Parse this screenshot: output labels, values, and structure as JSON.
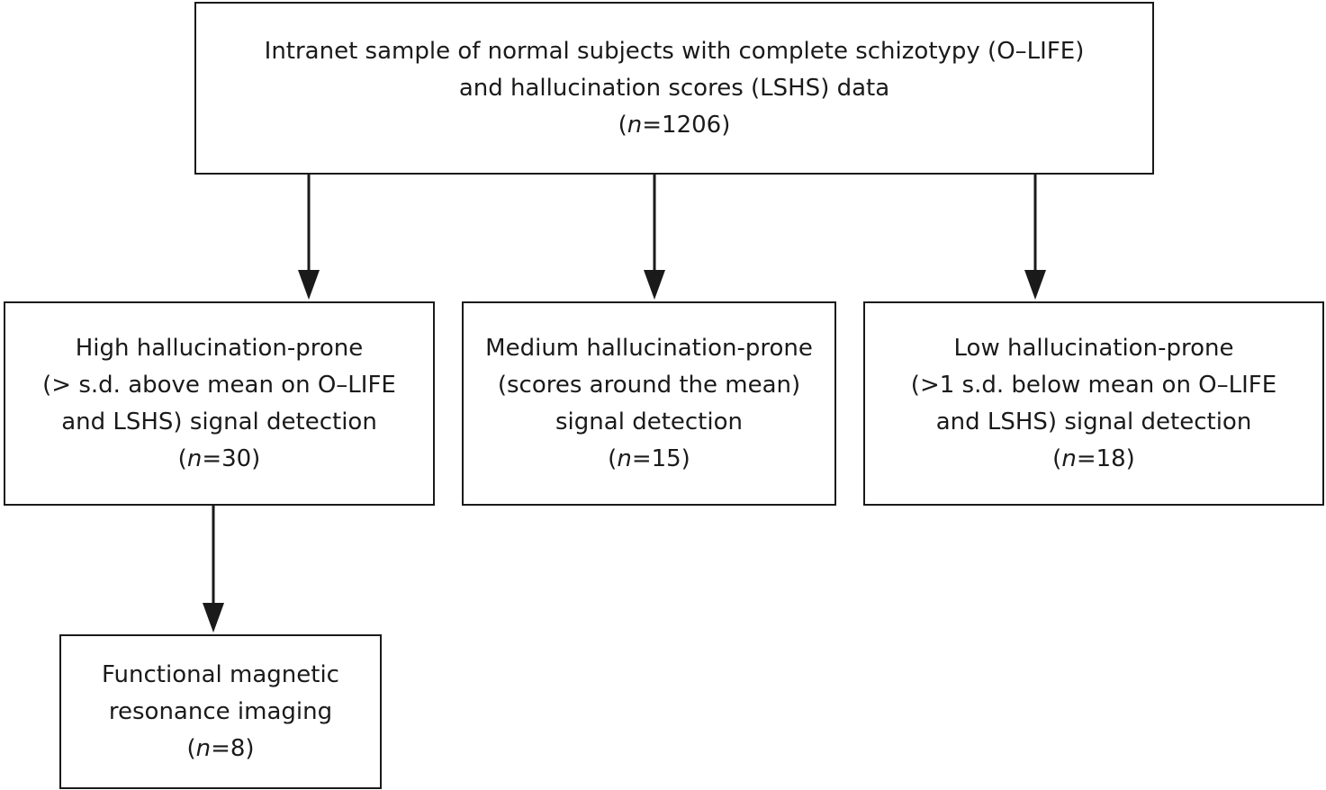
{
  "nodes": {
    "top": {
      "lines": [
        "Intranet sample of normal subjects with complete schizotypy (O–LIFE)",
        "and hallucination scores (LSHS) data"
      ],
      "n_prefix": "(",
      "n_var": "n",
      "n_suffix": "=1206)"
    },
    "high": {
      "lines": [
        "High hallucination-prone",
        "(> s.d. above mean on O–LIFE",
        "and LSHS) signal detection"
      ],
      "n_prefix": "(",
      "n_var": "n",
      "n_suffix": "=30)"
    },
    "medium": {
      "lines": [
        "Medium hallucination-prone",
        "(scores around the mean)",
        "signal detection"
      ],
      "n_prefix": "(",
      "n_var": "n",
      "n_suffix": "=15)"
    },
    "low": {
      "lines": [
        "Low hallucination-prone",
        "(>1 s.d. below mean on O–LIFE",
        "and LSHS) signal detection"
      ],
      "n_prefix": "(",
      "n_var": "n",
      "n_suffix": "=18)"
    },
    "fmri": {
      "lines": [
        "Functional magnetic",
        "resonance imaging"
      ],
      "n_prefix": "(",
      "n_var": "n",
      "n_suffix": "=8)"
    }
  },
  "edges": [
    {
      "from": "top",
      "to": "high"
    },
    {
      "from": "top",
      "to": "medium"
    },
    {
      "from": "top",
      "to": "low"
    },
    {
      "from": "high",
      "to": "fmri"
    }
  ],
  "colors": {
    "stroke": "#1a1a1a",
    "background": "#ffffff"
  }
}
